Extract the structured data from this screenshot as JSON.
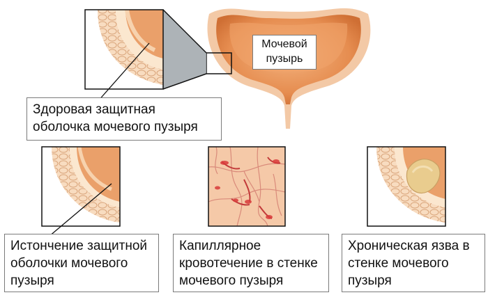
{
  "bladder_label": {
    "line1": "Мочевой",
    "line2": "пузырь"
  },
  "healthy_label": {
    "line1": "Здоровая защитная",
    "line2": "оболочка мочевого пузыря"
  },
  "panels": [
    {
      "line1": "Истончение защитной",
      "line2": "оболочки мочевого",
      "line3": "пузыря"
    },
    {
      "line1": "Капиллярное",
      "line2": "кровотечение в стенке",
      "line3": "мочевого пузыря"
    },
    {
      "line1": "Хроническая язва в",
      "line2": "стенке мочевого",
      "line3": "пузыря"
    }
  ],
  "colors": {
    "tissue_orange": "#e8945a",
    "tissue_light": "#f6d2b0",
    "lining_cream": "#fbe7cf",
    "blood_red": "#d83a3a",
    "ulcer_yellow": "#e9cc8e"
  }
}
